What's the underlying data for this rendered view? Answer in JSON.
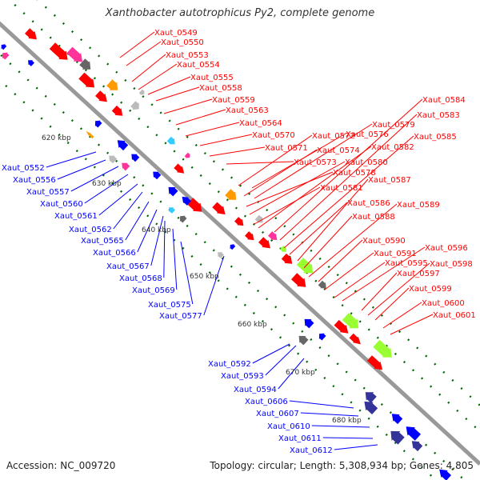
{
  "map": {
    "title": "Xanthobacter autotrophicus Py2, complete genome",
    "accession_text": "Accession: NC_009720",
    "summary_text": "Topology: circular; Length: 5,308,934 bp; Genes: 4,805"
  },
  "ticks": [
    "620 kbp",
    "630 kbp",
    "640 kbp",
    "650 kbp",
    "660 kbp",
    "670 kbp",
    "680 kbp"
  ],
  "forward_labels": [
    "Xaut_0549",
    "Xaut_0550",
    "Xaut_0553",
    "Xaut_0554",
    "Xaut_0555",
    "Xaut_0558",
    "Xaut_0559",
    "Xaut_0563",
    "Xaut_0564",
    "Xaut_0570",
    "Xaut_0571",
    "Xaut_0572",
    "Xaut_0573",
    "Xaut_0574",
    "Xaut_0576",
    "Xaut_0578",
    "Xaut_0579",
    "Xaut_0580",
    "Xaut_0581",
    "Xaut_0582",
    "Xaut_0583",
    "Xaut_0584",
    "Xaut_0585",
    "Xaut_0586",
    "Xaut_0587",
    "Xaut_0588",
    "Xaut_0589",
    "Xaut_0590",
    "Xaut_0591",
    "Xaut_0595",
    "Xaut_0596",
    "Xaut_0597",
    "Xaut_0598",
    "Xaut_0599",
    "Xaut_0600",
    "Xaut_0601"
  ],
  "reverse_labels": [
    "Xaut_0552",
    "Xaut_0556",
    "Xaut_0557",
    "Xaut_0560",
    "Xaut_0561",
    "Xaut_0562",
    "Xaut_0565",
    "Xaut_0566",
    "Xaut_0567",
    "Xaut_0568",
    "Xaut_0569",
    "Xaut_0575",
    "Xaut_0577",
    "Xaut_0592",
    "Xaut_0593",
    "Xaut_0594",
    "Xaut_0606",
    "Xaut_0607",
    "Xaut_0610",
    "Xaut_0611",
    "Xaut_0612"
  ],
  "colors": {
    "forward": "#ff0000",
    "reverse": "#0000ff",
    "backbone": "#999999",
    "tick": "#006600",
    "pink": "#ff3399",
    "orange": "#ff9900",
    "grey": "#666666",
    "light_grey": "#bbbbbb",
    "cyan": "#33ccff",
    "lime": "#99ff33",
    "navy": "#333399"
  }
}
